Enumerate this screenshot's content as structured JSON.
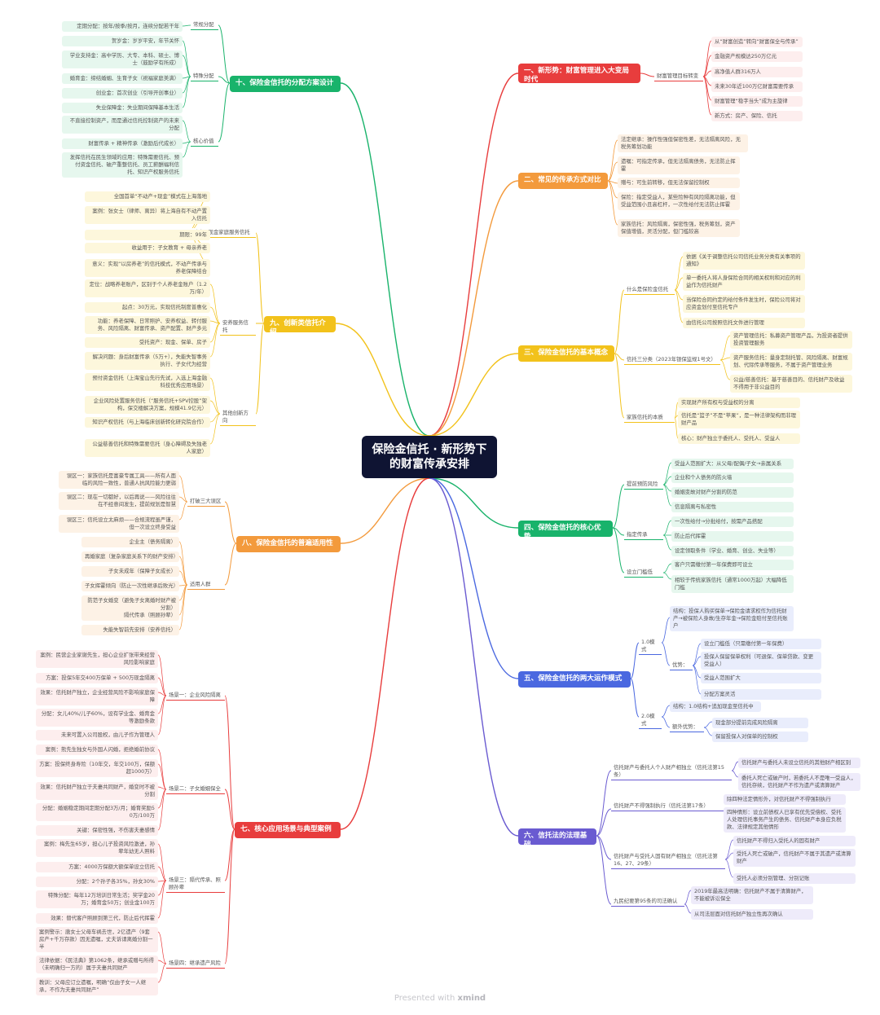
{
  "center": {
    "line1": "保险金信托 · 新形势下",
    "line2": "的财富传承安排"
  },
  "footer": {
    "prefix": "Presented with",
    "brand": "xmind"
  },
  "colors": {
    "b1": "#e83d3d",
    "b2": "#f39a3c",
    "b3": "#f2c21b",
    "b4": "#19b36b",
    "b5": "#4a68e0",
    "b6": "#6a5bd1",
    "b7": "#e83d3d",
    "b8": "#f39a3c",
    "b9": "#f2c21b",
    "b10": "#19b36b"
  },
  "b1": {
    "title": "一、新形势：财富管理进入大变局时代",
    "sub": "财富管理目标转变",
    "leaves": [
      "从“财富创造”转向“财富保全与传承”",
      "金融资产规模达250万亿元",
      "高净值人群316万人",
      "未来30年近100万亿财富需要传承",
      "财富管理“稳字当头”成为主旋律",
      "新方式：房产、保险、信托"
    ]
  },
  "b2": {
    "title": "二、常见的传承方式对比",
    "leaves": [
      "法定继承：操作性强但保密性差，无法隔离风险，无税务筹划功能",
      "遗嘱：可指定传承，但无法隔离债务，无法防止挥霍",
      "赠与：可生前转移，但无法保留控制权",
      "保险：指定受益人，某些险种有风险隔离功能，但受益范围小且高杠杆，一次性给付无法防止挥霍",
      "家族信托：风险隔离，保密性强，税务筹划，资产保值增值，灵活分配，但门槛较高"
    ]
  },
  "b3": {
    "title": "三、保险金信托的基本概念",
    "groups": [
      {
        "label": "什么是保险金信托",
        "leaves": [
          "依据《关于调整信托公司信托业务分类有关事项的通知》",
          "单一委托人将人身保险合同的相关权利和对应的利益作为信托财产",
          "当保险合同约定的给付条件发生时，保险公司将对应资金划付至信托专户",
          "由信托公司按照信托文件进行管理"
        ]
      },
      {
        "label": "信托三分类（2023年银保监规1号文）",
        "leaves": [
          "资产管理信托：私募资产管理产品，为投资者提供投资管理服务",
          "资产服务信托：量身定制托管、风险隔离、财富规划、代际传承等服务，不属于资产管理业务",
          "公益/慈善信托：基于慈善目的、信托财产及收益不得用于非公益目的"
        ]
      },
      {
        "label": "家族信托的本质",
        "leaves": [
          "实现财产所有权与受益权的分离",
          "信托是“篮子”不是“苹果”，是一种法律架构而非理财产品",
          "核心：财产独立于委托人、受托人、受益人"
        ]
      }
    ]
  },
  "b4": {
    "title": "四、保险金信托的核心优势",
    "groups": [
      {
        "label": "提前预防风险",
        "leaves": [
          "受益人范围扩大：从父母/配偶/子女→亲属关系",
          "企业和个人债务的防火墙",
          "婚姻变故对财产分割的防范",
          "信息隔离与私密性"
        ]
      },
      {
        "label": "指定传承",
        "leaves": [
          "一次性给付→分批给付，按需产品搭配",
          "防止后代挥霍",
          "设定领取条件（学业、婚育、创业、失业等）"
        ]
      },
      {
        "label": "设立门槛低",
        "leaves": [
          "客户只需缴付第一年保费即可设立",
          "相较于传统家族信托（通常1000万起）大幅降低门槛"
        ]
      }
    ]
  },
  "b5": {
    "title": "五、保险金信托的两大运作模式",
    "m1": {
      "label": "1.0模式",
      "desc": "结构：投保人购买保单→保险金请求权作为信托财产→被保险人身故/生存年金→保险金赔付至信托账户",
      "adv": {
        "label": "优势：",
        "leaves": [
          "设立门槛低（只需缴付第一年保费）",
          "投保人保留保单权利（可退保、保单贷款、变更受益人）",
          "受益人范围扩大",
          "分配方案灵活"
        ]
      }
    },
    "m2": {
      "label": "2.0模式",
      "desc": "结构：1.0结构+追加现金至信托中",
      "adv": {
        "label": "额外优势：",
        "leaves": [
          "现金部分提前完成风险隔离",
          "保留投保人对保单的控制权"
        ]
      }
    }
  },
  "b6": {
    "title": "六、信托法的法理基础",
    "groups": [
      {
        "label": "信托财产与委托人个人财产相独立（信托法第15条）",
        "leaves": [
          "信托财产与委托人未设立信托的其他财产相区别",
          "委托人死亡或破产时，若委托人不是唯一受益人，信托存续，信托财产不作为遗产或清算财产"
        ]
      },
      {
        "label": "信托财产不得强制执行（信托法第17条）",
        "leaves": [
          "除四种法定情形外，对信托财产不得强制执行",
          "四种情形：设立前债权人已享有优先受偿权、受托人处理信托事务产生的债务、信托财产本身应负税款、法律规定其他情形"
        ]
      },
      {
        "label": "信托财产与受托人固有财产相独立（信托法第16、27、29条）",
        "leaves": [
          "信托财产不得归入受托人的固有财产",
          "受托人死亡或破产，信托财产不属于其遗产或清算财产",
          "受托人必须分别管理、分别记账"
        ]
      },
      {
        "label": "九民纪要第95条的司法确认",
        "leaves": [
          "2019年最高法明确：信托财产不属于清算财产，不能被诉讼保全",
          "从司法层面对信托财产独立性再次确认"
        ]
      }
    ]
  },
  "b7": {
    "title": "七、核心应用场景与典型案例",
    "groups": [
      {
        "label": "场景一：企业风险隔离",
        "leaves": [
          "案例：民营企业家谢先生，担心企业扩张带来经营风险影响家庭",
          "方案：投保5年交400万保单 + 500万现金隔离",
          "效果：信托财产独立，企业经营风险不影响家庭保障",
          "分配：女儿40%/儿子60%，设有学业金、婚育金等激励条款",
          "未来可置入公司股权，由儿子作为管理人"
        ]
      },
      {
        "label": "场景二：子女婚姻保全",
        "leaves": [
          "案例：熊先生独女与外国人闪婚，拒绝婚前协议",
          "方案：投保终身寿险（10年交，年交100万，保额超1000万）",
          "效果：信托财产独立于夫妻共同财产，婚变时不被分割",
          "分配：婚姻稳定期间定期分配3万/月；婚育奖励50万/100万",
          "关键：保密性强，不伤害夫妻感情"
        ]
      },
      {
        "label": "场景三：隔代传承、照顾孙辈",
        "leaves": [
          "案例：梅先生65岁，担心儿子投资风险激进，孙辈年幼无人照料",
          "方案：4000万保额大额保单设立信托",
          "分配：2个孙子各35%，孙女30%",
          "特殊分配：每年12万培训日常生活；奖学金20万；婚育金50万；创业金100万",
          "效果：替代客户照顾到第三代，防止后代挥霍"
        ]
      },
      {
        "label": "场景四：继承遗产风险",
        "leaves": [
          "案例警示：唐女士父母车祸去世，2亿遗产（9套房产+千万存款）因无遗嘱，丈夫诉请离婚分割一半",
          "法律依据：《民法典》第1062条，继承或赠与所得（未明确归一方的）属于夫妻共同财产",
          "教训：父母应订立遗嘱，明确“仅由子女一人继承，不作为夫妻共同财产”"
        ]
      }
    ]
  },
  "b8": {
    "title": "八、保险金信托的普遍适用性",
    "groups": [
      {
        "label": "打破三大误区",
        "leaves": [
          "误区一：家族信托是富豪专属工具——所有人面临的风险一致性，普通人抗风险能力更弱",
          "误区二：现在一切都好，以后再说——风险往往在不经意间发生，提前规划是智慧",
          "误区三：信托设立太麻烦——合规流程虽严谨，但一次设立终身受益"
        ]
      },
      {
        "label": "适用人群",
        "leaves": [
          "企业主（债务隔离）",
          "再婚家庭（复杂家庭关系下的财产安排）",
          "子女未成年（保障子女成长）",
          "子女挥霍倾向（防止一次性继承后败光）",
          "防范子女婚变（避免子女离婚时财产被分割）",
          "隔代传承（照顾孙辈）",
          "失能失智前先安排（安养信托）"
        ]
      }
    ]
  },
  "b9": {
    "title": "九、创新类信托介绍",
    "groups": [
      {
        "label": "不动产+现金家庭服务信托",
        "leaves": [
          "全国首单“不动产+现金”模式在上海落地",
          "案例：张女士（律师、离异）将上海自有不动产置入信托",
          "期限：99年",
          "收益用于：子女教育 + 母亲养老",
          "意义：实现“以房养老”的信托模式，不动产传承与养老保障结合"
        ]
      },
      {
        "label": "安养服务信托",
        "leaves": [
          "定位：战略养老账户，区别于个人养老金账户（1.2万/年）",
          "起点：30万元，实现信托制度普惠化",
          "功能：养老保障、日常照护、安养权益、转付服务、风险隔离、财富传承、资产配置、财产多元",
          "受托资产：现金、保单、房子",
          "解决问题：身后财富传承（5万+），失能失智事务执行、子女代为经营"
        ]
      },
      {
        "label": "其他创新方向",
        "leaves": [
          "预付资金信托（上海宝山先行先试，入选上海金融科技优秀应用场景）",
          "企业风险处置服务信托（“服务信托+SPV控股”架构，保交楼解决方案，规模41.9亿元）",
          "知识产权信托（与上海临床创新转化研究院合作）",
          "公益慈善信托和特殊需要信托（身心障碍及失独老人家庭）"
        ]
      }
    ]
  },
  "b10": {
    "title": "十、保险金信托的分配方案设计",
    "groups": [
      {
        "label": "常规分配",
        "leaves": [
          "定期分配：按年/按季/按月，连续分配若干年"
        ]
      },
      {
        "label": "特殊分配",
        "leaves": [
          "贺岁金：岁岁平安，年节关怀",
          "学业支持金：高中学历、大专、本科、硕士、博士（鼓励学有所成）",
          "婚育金：缔结婚姻、生育子女（祝福家庭美满）",
          "创业金：首次创业（引导开创事业）",
          "失业保障金：失业期间保障基本生活"
        ]
      },
      {
        "label": "核心价值",
        "leaves": [
          "不直接控制资产，而是通过信托控制资产的未来分配",
          "财富传承 + 精神传承（激励后代成长）",
          "发挥信托在民生领域的应用：特殊需要信托、预付资金信托、破产重整信托、员工薪酬福利信托、知识产权服务信托"
        ]
      }
    ]
  }
}
